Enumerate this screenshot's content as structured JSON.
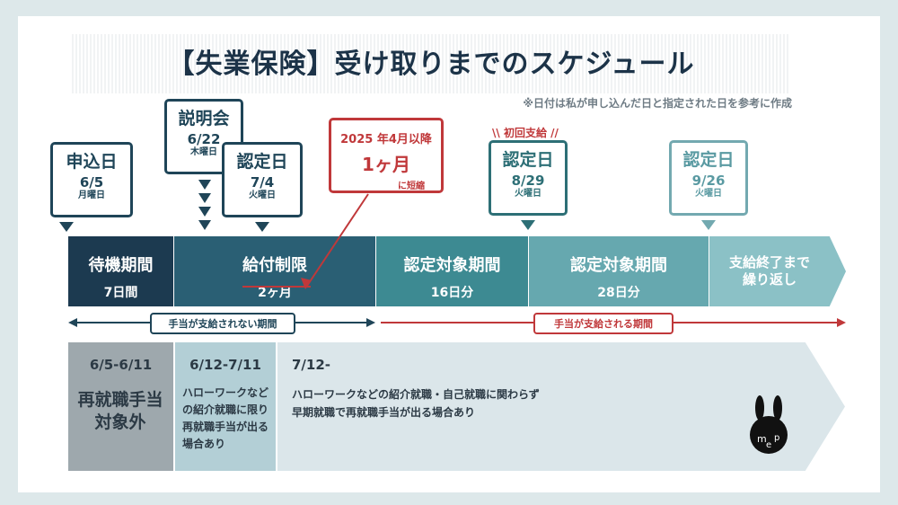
{
  "title": "【失業保険】受け取りまでのスケジュール",
  "note": "※日付は私が申し込んだ日と指定された日を参考に作成",
  "callouts": {
    "apply": {
      "label": "申込日",
      "date": "6/5",
      "weekday": "月曜日"
    },
    "explain": {
      "label": "説明会",
      "date": "6/22",
      "weekday": "木曜日"
    },
    "cert1": {
      "label": "認定日",
      "date": "7/4",
      "weekday": "火曜日"
    },
    "cert2": {
      "label": "認定日",
      "date": "8/29",
      "weekday": "火曜日"
    },
    "cert3": {
      "label": "認定日",
      "date": "9/26",
      "weekday": "火曜日"
    },
    "red": {
      "year": "2025 年4月以降",
      "big": "1ヶ月",
      "small": "に短縮"
    },
    "first_pay": "\\\\ 初回支給 //"
  },
  "segments": [
    {
      "t1": "待機期間",
      "t2": "7日間"
    },
    {
      "t1": "給付制限",
      "t2": "2ヶ月"
    },
    {
      "t1": "認定対象期間",
      "t2": "16日分"
    },
    {
      "t1": "認定対象期間",
      "t2": "28日分"
    },
    {
      "t1": "支給終了まで 繰り返し"
    }
  ],
  "arrows": {
    "unpaid": "手当が支給されない期間",
    "paid": "手当が支給される期間"
  },
  "lower": [
    {
      "title": "6/5-6/11",
      "body": "再就職手当 対象外"
    },
    {
      "title": "6/12-7/11",
      "body": "ハローワークなどの紹介就職に限り再就職手当が出る場合あり"
    },
    {
      "title": "7/12-",
      "body1": "ハローワークなどの紹介就職・自己就職に関わらず",
      "body2": "早期就職で再就職手当が出る場合あり"
    }
  ],
  "mascot": {
    "text": "mep"
  },
  "colors": {
    "navy": "#1c3a50",
    "teal": "#2a5f74",
    "red": "#c0383a",
    "light": "#8bc1c6"
  }
}
